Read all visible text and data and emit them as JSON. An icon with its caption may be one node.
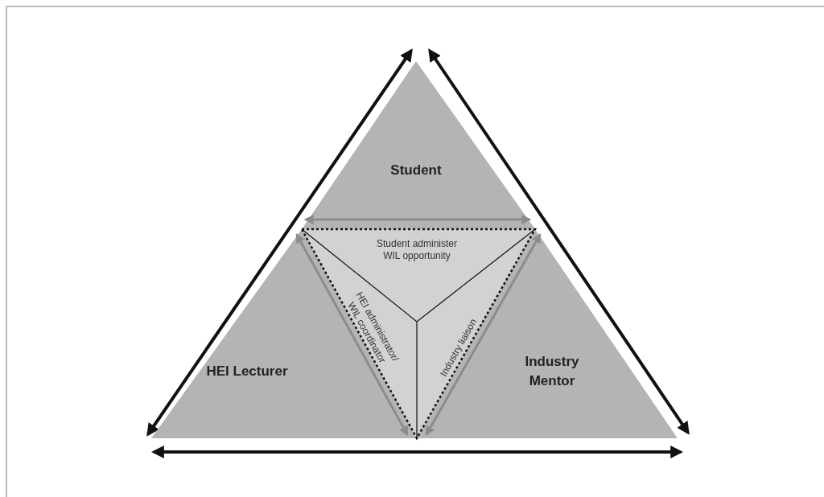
{
  "diagram": {
    "nodes": [
      {
        "text": [
          "Student"
        ]
      },
      {
        "text": [
          "HEI Lecturer"
        ]
      },
      {
        "text": [
          "Industry Mentor"
        ]
      },
      {
        "text": [
          "Student administer WIL opportunity"
        ]
      },
      {
        "text": [
          "HEI administrator/ WIL coordinator"
        ]
      },
      {
        "text": [
          "Industry liaison"
        ]
      }
    ],
    "edges": [
      {
        "from": 1,
        "to": 0,
        "arrow": "both"
      },
      {
        "from": 0,
        "to": 2,
        "arrow": "both"
      },
      {
        "from": 1,
        "to": 2,
        "arrow": "both"
      },
      {
        "from": 0,
        "to": 3,
        "arrow": "both",
        "color": "#8c8c8c"
      },
      {
        "from": 1,
        "to": 4,
        "arrow": "both",
        "color": "#8c8c8c"
      },
      {
        "from": 2,
        "to": 5,
        "arrow": "both",
        "color": "#8c8c8c"
      }
    ]
  }
}
